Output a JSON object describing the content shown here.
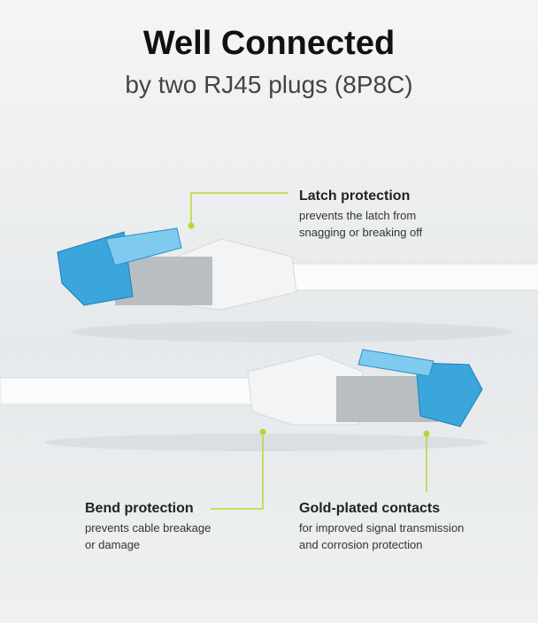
{
  "header": {
    "title": "Well Connected",
    "subtitle": "by two RJ45 plugs (8P8C)"
  },
  "callouts": [
    {
      "title": "Latch protection",
      "lines": [
        "prevents the latch from",
        "snagging or breaking off"
      ]
    },
    {
      "title": "Bend protection",
      "lines": [
        "prevents cable breakage",
        "or damage"
      ]
    },
    {
      "title": "Gold-plated contacts",
      "lines": [
        "for improved signal transmission",
        "and corrosion protection"
      ]
    }
  ],
  "colors": {
    "accent": "#b9d531",
    "plug": "#3aa6dc",
    "cable": "#ffffff"
  }
}
